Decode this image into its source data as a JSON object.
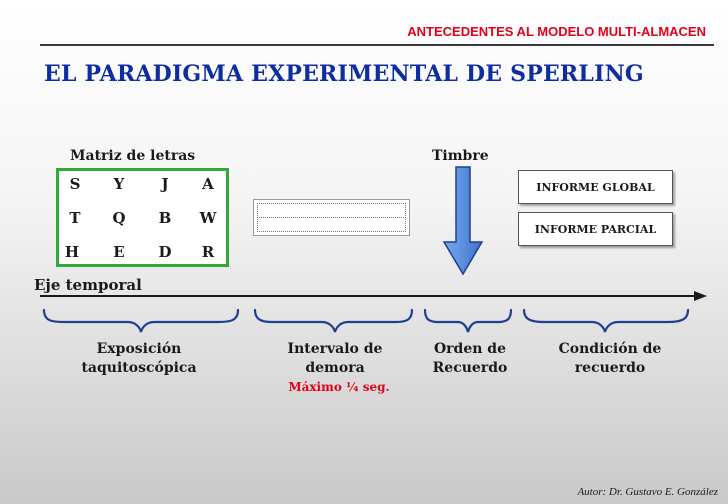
{
  "header": {
    "subtitle": "ANTECEDENTES AL MODELO MULTI-ALMACEN",
    "title": "EL PARADIGMA EXPERIMENTAL DE SPERLING"
  },
  "matrix": {
    "label": "Matriz de letras",
    "rows": [
      [
        "S",
        "Y",
        "J",
        "A"
      ],
      [
        "T",
        "Q",
        "B",
        "W"
      ],
      [
        "H",
        "E",
        "D",
        "R"
      ]
    ]
  },
  "timbre": {
    "label": "Timbre",
    "arrow_icon": "down-arrow-icon",
    "arrow_color": "#5b8fde"
  },
  "reports": {
    "global": "INFORME GLOBAL",
    "partial": "INFORME PARCIAL"
  },
  "timeline": {
    "label": "Eje temporal"
  },
  "phases": {
    "exposure": {
      "line1": "Exposición",
      "line2": "taquitoscópica"
    },
    "delay": {
      "line1": "Intervalo de",
      "line2": "demora",
      "note": "Máximo ¼ seg."
    },
    "order": {
      "line1": "Orden de",
      "line2": "Recuerdo"
    },
    "condition": {
      "line1": "Condición de",
      "line2": "recuerdo"
    }
  },
  "author": "Autor: Dr. Gustavo E. González",
  "colors": {
    "title": "#0e2da0",
    "accent_red": "#e4001b",
    "matrix_border": "#2eaa3b",
    "brace_blue": "#1f3f8f"
  }
}
